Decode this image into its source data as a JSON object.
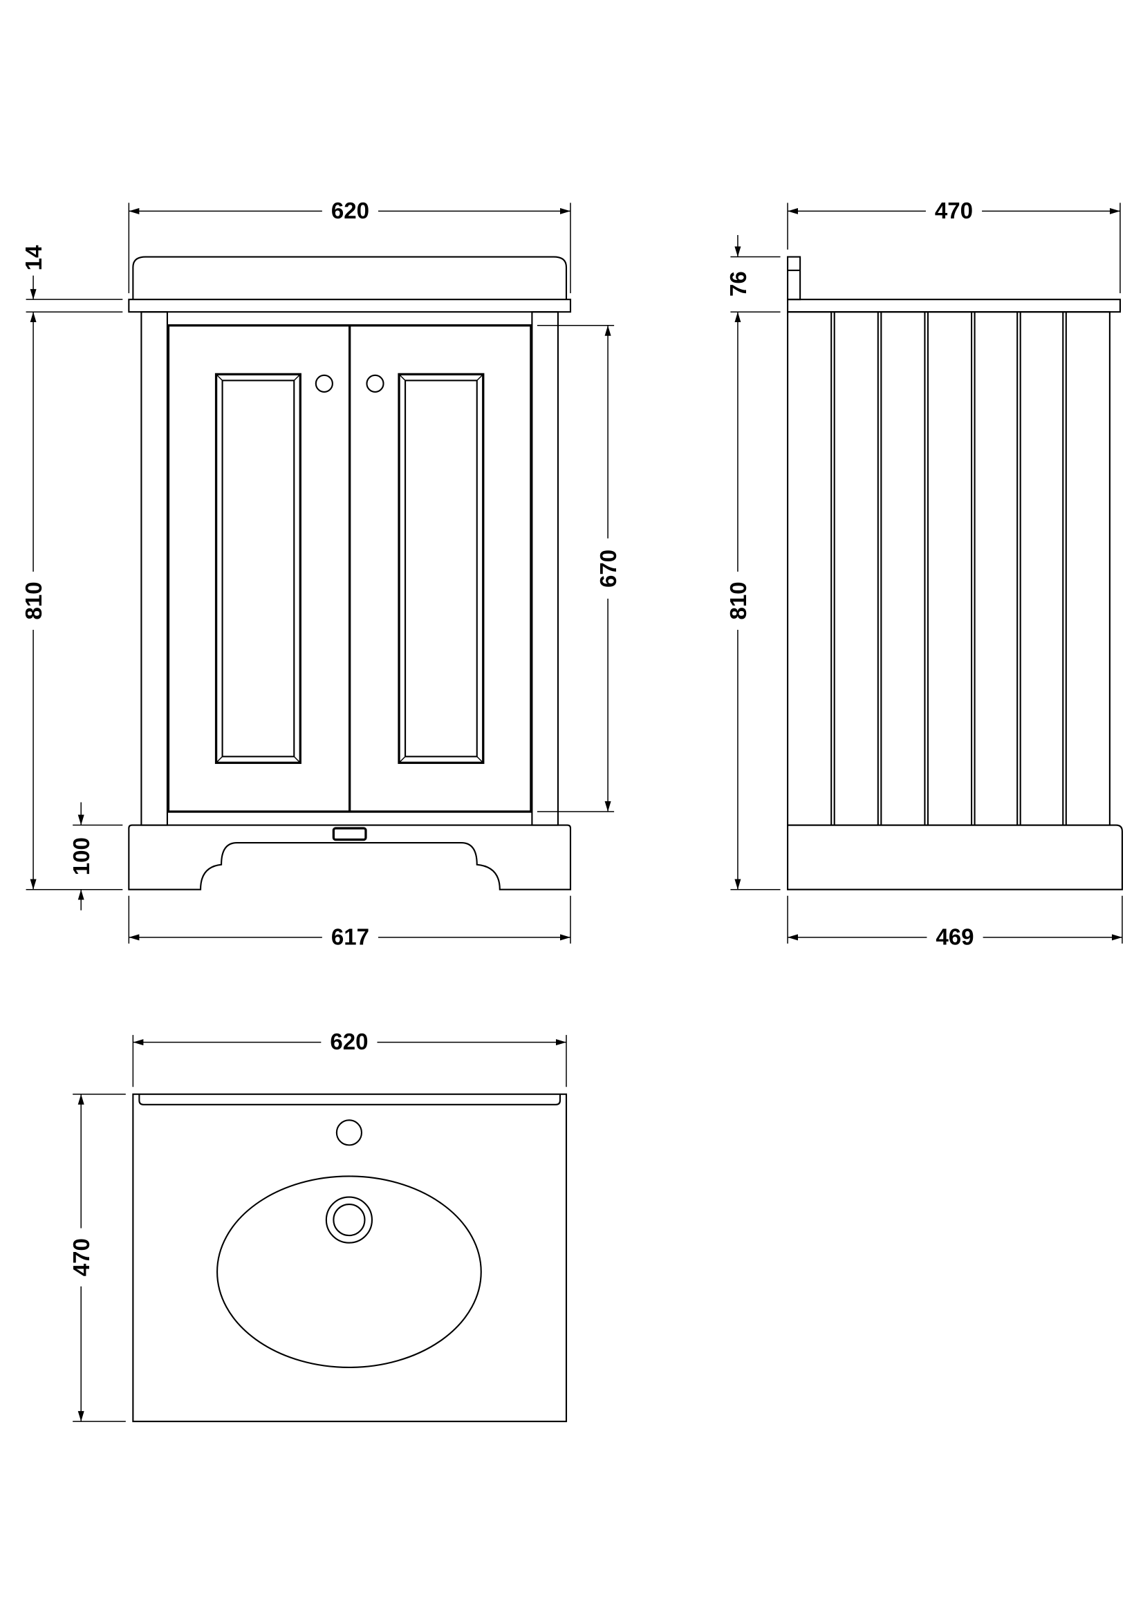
{
  "title": "Vanity unit with basin – technical drawing",
  "front_view": {
    "overall_width": "620",
    "countertop_thickness": "14",
    "overall_height": "810",
    "plinth_height": "100",
    "door_height": "670",
    "base_width": "617"
  },
  "side_view": {
    "overall_depth": "470",
    "upstand_height": "76",
    "overall_height": "810",
    "base_depth": "469"
  },
  "plan_view": {
    "width": "620",
    "depth": "470"
  },
  "colors": {
    "line": "#000000",
    "background": "#ffffff"
  }
}
